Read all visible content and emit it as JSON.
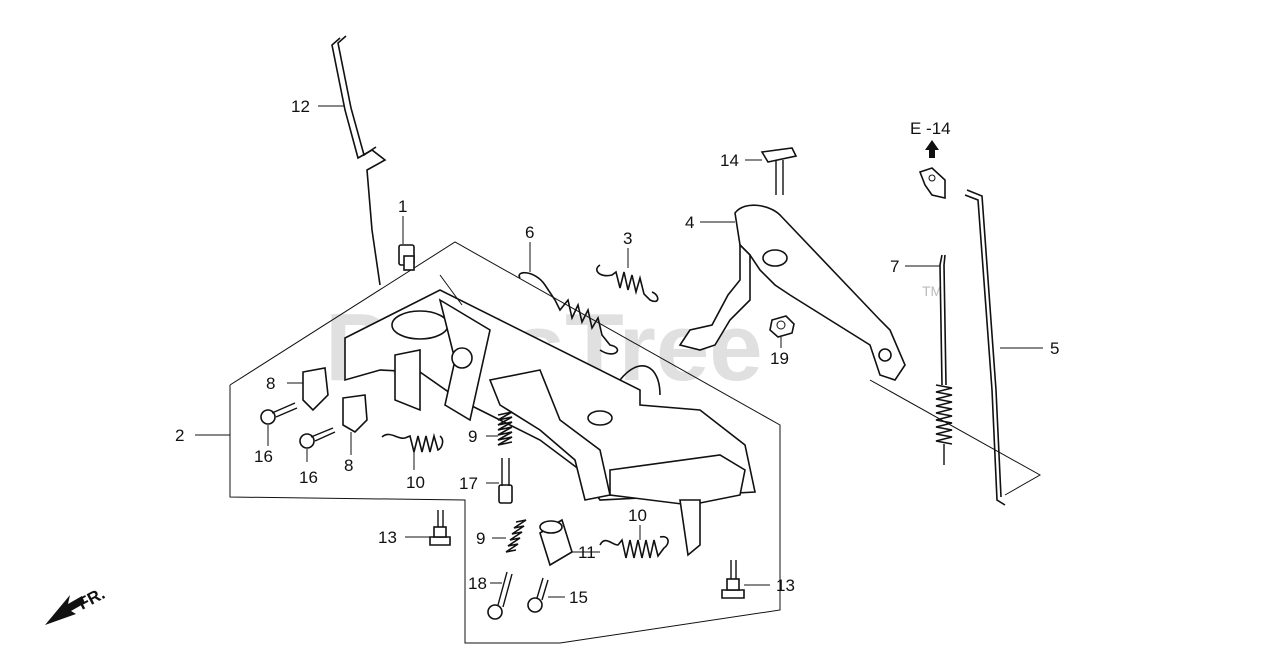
{
  "watermark": {
    "text": "PartsTree",
    "tm": "TM"
  },
  "reference": {
    "label": "E -14"
  },
  "direction": {
    "label": "FR."
  },
  "callouts": {
    "c1": "1",
    "c2": "2",
    "c3": "3",
    "c4": "4",
    "c5": "5",
    "c6": "6",
    "c7": "7",
    "c8a": "8",
    "c8b": "8",
    "c9a": "9",
    "c9b": "9",
    "c10a": "10",
    "c10b": "10",
    "c11": "11",
    "c12": "12",
    "c13a": "13",
    "c13b": "13",
    "c14": "14",
    "c15": "15",
    "c16a": "16",
    "c16b": "16",
    "c17": "17",
    "c18": "18",
    "c19": "19"
  }
}
